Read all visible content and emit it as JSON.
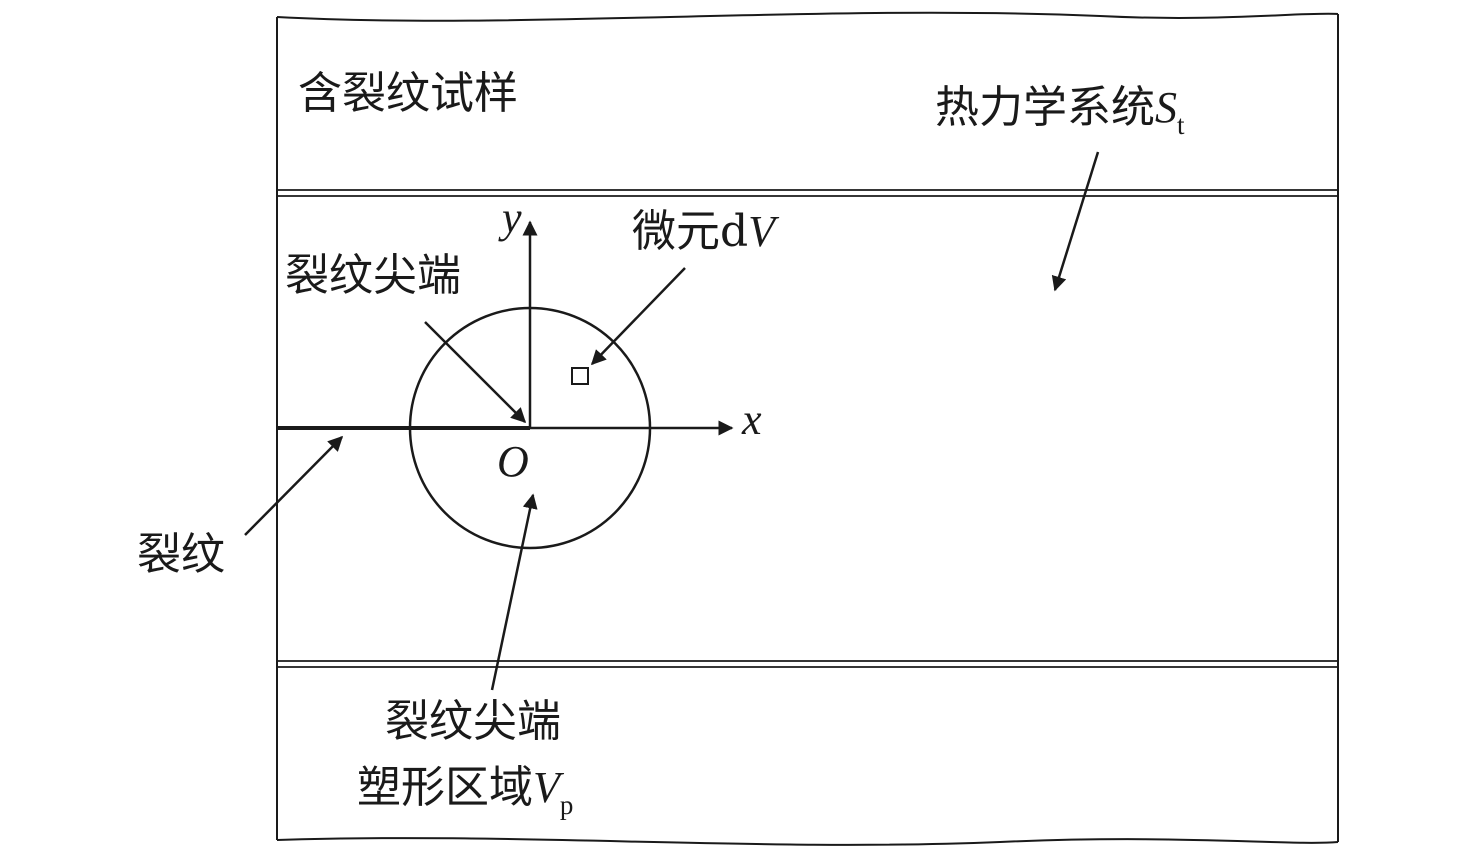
{
  "specimen_label": "含裂纹试样",
  "thermo_system": {
    "text": "热力学系统",
    "symbol": "S",
    "sub": "t"
  },
  "element": {
    "text": "微元d",
    "symbol": "V"
  },
  "crack_tip_label": "裂纹尖端",
  "crack_label": "裂纹",
  "plastic_zone": {
    "line1": "裂纹尖端",
    "line2": "塑形区域",
    "symbol": "V",
    "sub": "p"
  },
  "axis": {
    "x": "x",
    "y": "y",
    "origin": "O"
  },
  "colors": {
    "line": "#1a1a1a",
    "background": "#ffffff"
  }
}
